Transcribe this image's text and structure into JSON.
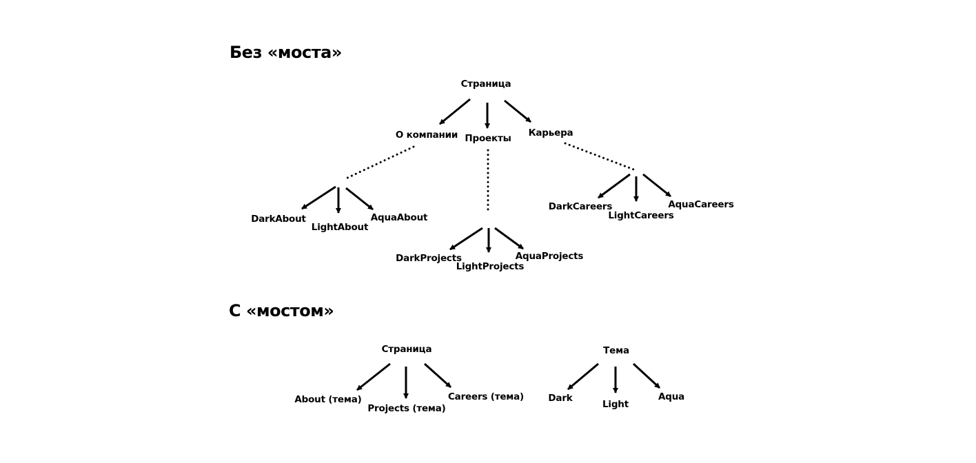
{
  "section_without_bridge": {
    "title": "Без «моста»",
    "root": "Страница",
    "pages": {
      "about": "О компании",
      "projects": "Проекты",
      "careers": "Карьера"
    },
    "about_variants": [
      "DarkAbout",
      "LightAbout",
      "AquaAbout"
    ],
    "projects_variants": [
      "DarkProjects",
      "LightProjects",
      "AquaProjects"
    ],
    "careers_variants": [
      "DarkCareers",
      "LightCareers",
      "AquaCareers"
    ]
  },
  "section_with_bridge": {
    "title": "С «мостом»",
    "page_tree": {
      "root": "Страница",
      "children": [
        "About (тема)",
        "Projects (тема)",
        "Careers (тема)"
      ]
    },
    "theme_tree": {
      "root": "Тема",
      "children": [
        "Dark",
        "Light",
        "Aqua"
      ]
    }
  }
}
